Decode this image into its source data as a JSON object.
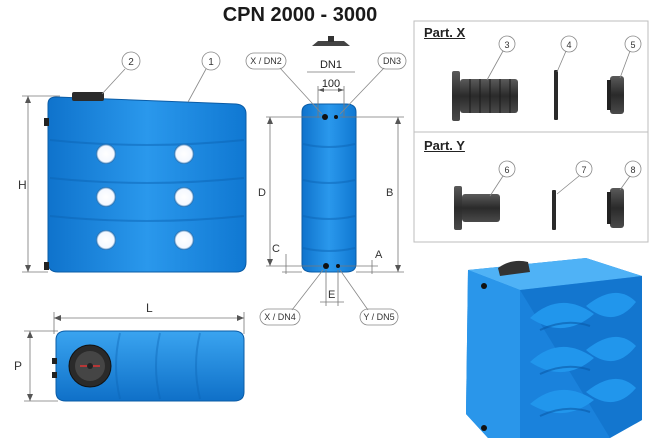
{
  "title": "CPN 2000 - 3000",
  "labels": {
    "dim_h": "H",
    "dim_l": "L",
    "dim_p": "P",
    "dim_d": "D",
    "dim_b": "B",
    "dim_c": "C",
    "dim_a": "A",
    "dim_e": "E",
    "dim_dn1": "DN1",
    "dim_100": "100"
  },
  "callouts": {
    "c1": "1",
    "c2": "2",
    "c_xdn2": "X / DN2",
    "c_dn3": "DN3",
    "c_xdn4": "X / DN4",
    "c_ydn5": "Y / DN5"
  },
  "parts": {
    "x_label": "Part. X",
    "y_label": "Part. Y",
    "x_items": [
      "3",
      "4",
      "5"
    ],
    "y_items": [
      "6",
      "7",
      "8"
    ]
  },
  "colors": {
    "tank_blue": "#1f8fe6",
    "tank_blue_dark": "#0e6cc0",
    "tank_blue_light": "#4fb0f5",
    "lid": "#3a3a3a",
    "line": "#555555"
  }
}
